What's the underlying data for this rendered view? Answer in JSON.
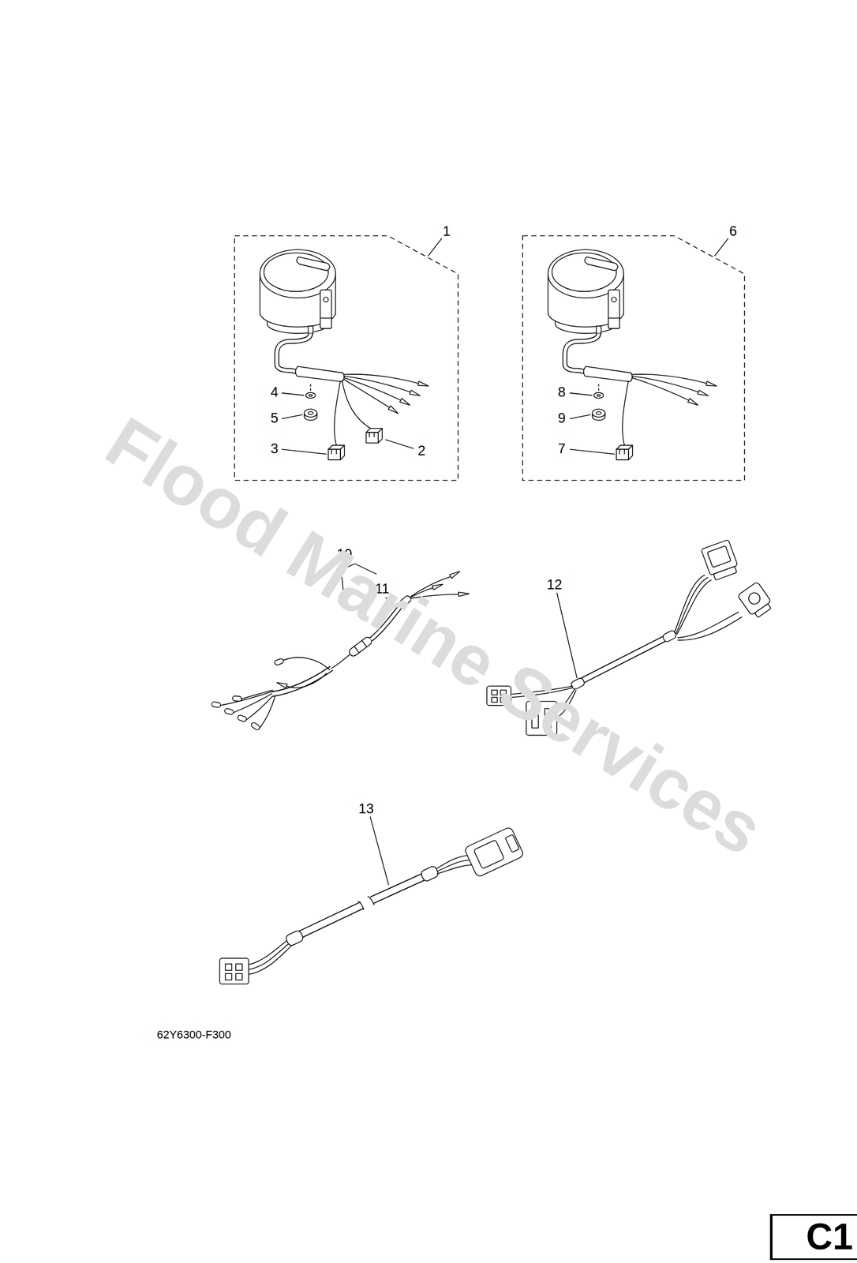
{
  "diagram": {
    "nodes": [
      {
        "text": [
          "1"
        ]
      },
      {
        "text": [
          "6"
        ]
      },
      {
        "text": [
          "C1"
        ]
      }
    ],
    "labels": [
      "4",
      "5",
      "3",
      "2",
      "8",
      "9",
      "7",
      "10",
      "11",
      "12",
      "13",
      "62Y6300-F300",
      "Flood Marine Services"
    ]
  }
}
